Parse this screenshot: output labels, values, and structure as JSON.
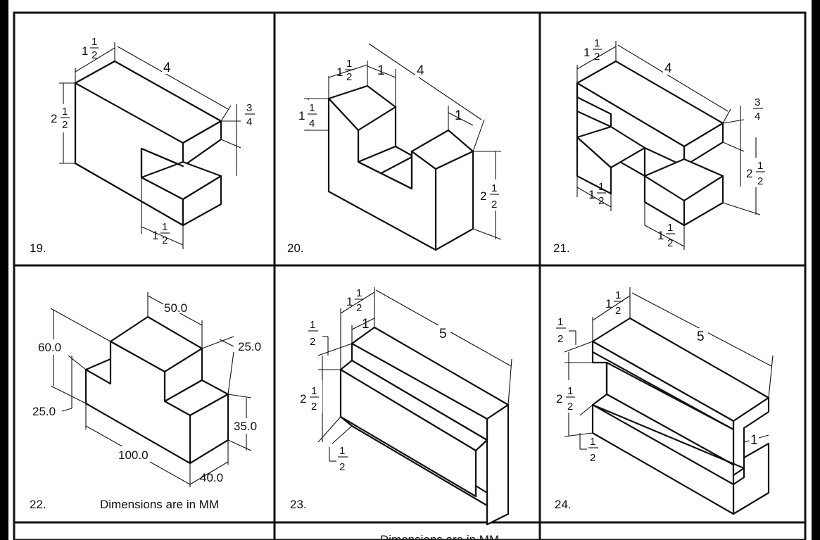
{
  "problems": [
    {
      "number": "19.",
      "dims": {
        "depth_whole": "1",
        "depth_frac": "1",
        "depth_den": "2",
        "length": "4",
        "height_whole": "2",
        "height_num": "1",
        "height_den": "2",
        "gap_num": "3",
        "gap_den": "4",
        "bottom_whole": "1",
        "bottom_num": "1",
        "bottom_den": "2"
      }
    },
    {
      "number": "20.",
      "dims": {
        "depth_whole": "1",
        "depth_num": "1",
        "depth_den": "2",
        "top": "1",
        "length": "4",
        "right": "1",
        "height_whole": "1",
        "height_num": "1",
        "height_den": "4",
        "total_whole": "2",
        "total_num": "1",
        "total_den": "2"
      }
    },
    {
      "number": "21.",
      "dims": {
        "depth_whole": "1",
        "depth_num": "1",
        "depth_den": "2",
        "length": "4",
        "gap_num": "3",
        "gap_den": "4",
        "height_whole": "2",
        "height_num": "1",
        "height_den": "2",
        "left_whole": "1",
        "left_num": "1",
        "left_den": "2",
        "bottom_whole": "1",
        "bottom_num": "1",
        "bottom_den": "2"
      }
    },
    {
      "number": "22.",
      "note": "Dimensions are in MM",
      "dims": {
        "top": "50.0",
        "right_top": "25.0",
        "height": "60.0",
        "left_low": "25.0",
        "step": "35.0",
        "length": "100.0",
        "depth": "40.0"
      }
    },
    {
      "number": "23.",
      "dims": {
        "depth_whole": "1",
        "depth_num": "1",
        "depth_den": "2",
        "top": "1",
        "length": "5",
        "half_top_num": "1",
        "half_top_den": "2",
        "height_whole": "2",
        "height_num": "1",
        "height_den": "2",
        "half_bot_num": "1",
        "half_bot_den": "2"
      }
    },
    {
      "number": "24.",
      "dims": {
        "depth_whole": "1",
        "depth_num": "1",
        "depth_den": "2",
        "length": "5",
        "half_top_num": "1",
        "half_top_den": "2",
        "height_whole": "2",
        "height_num": "1",
        "height_den": "2",
        "right": "1",
        "half_bot_num": "1",
        "half_bot_den": "2"
      }
    }
  ],
  "bottom_partial_text": "Dimensions are in MM"
}
